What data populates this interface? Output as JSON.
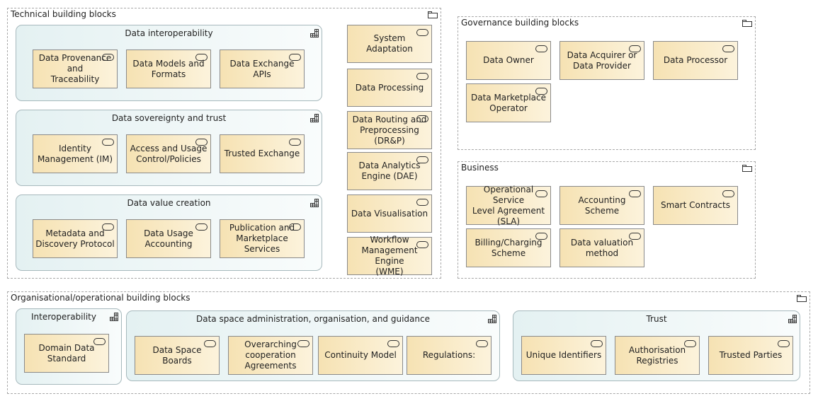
{
  "groups": {
    "technical": {
      "label": "Technical building blocks"
    },
    "governance": {
      "label": "Governance building blocks"
    },
    "business": {
      "label": "Business"
    },
    "organisational": {
      "label": "Organisational/operational building blocks"
    }
  },
  "groupings": {
    "interoperability_data": {
      "label": "Data interoperability"
    },
    "sovereignty": {
      "label": "Data sovereignty and trust"
    },
    "value_creation": {
      "label": "Data value creation"
    },
    "interoperability": {
      "label": "Interoperability"
    },
    "administration": {
      "label": "Data space administration, organisation, and guidance"
    },
    "trust": {
      "label": "Trust"
    }
  },
  "services": {
    "provenance": "Data Provenance and\nTraceability",
    "models_formats": "Data Models and\nFormats",
    "exchange_apis": "Data Exchange APIs",
    "identity": "Identity\nManagement (IM)",
    "access_usage": "Access and Usage\nControl/Policies",
    "trusted_exchange": "Trusted Exchange",
    "metadata": "Metadata and\nDiscovery Protocol",
    "usage_accounting": "Data Usage\nAccounting",
    "publication": "Publication and\nMarketplace Services",
    "system_adaptation": "System Adaptation",
    "processing": "Data Processing",
    "routing": "Data Routing and\nPreprocessing\n(DR&P)",
    "analytics": "Data Analytics\nEngine (DAE)",
    "visualisation": "Data Visualisation",
    "workflow": "Workflow\nManagement Engine\n(WME)",
    "owner": "Data Owner",
    "acquirer": "Data Acquirer or\nData Provider",
    "processor": "Data Processor",
    "marketplace_operator": "Data Marketplace\nOperator",
    "sla": "Operational Service\nLevel Agreement\n(SLA)",
    "accounting_scheme": "Accounting Scheme",
    "smart_contracts": "Smart Contracts",
    "billing": "Billing/Charging\nScheme",
    "valuation": "Data valuation\nmethod",
    "domain_standard": "Domain Data\nStandard",
    "boards": "Data Space Boards",
    "cooperation": "Overarching\ncooperation\nAgreements",
    "continuity": "Continuity Model",
    "regulations": "Regulations:",
    "unique_ids": "Unique Identifiers",
    "authorisation": "Authorisation\nRegistries",
    "trusted_parties": "Trusted Parties"
  },
  "colors": {
    "service_fill": "#f6e2b3",
    "grouping_fill": "#e4f1f2",
    "border": "#a9a9a9"
  },
  "icons": {
    "folder": "folder-icon",
    "grouping": "grouping-icon",
    "service": "service-icon"
  }
}
